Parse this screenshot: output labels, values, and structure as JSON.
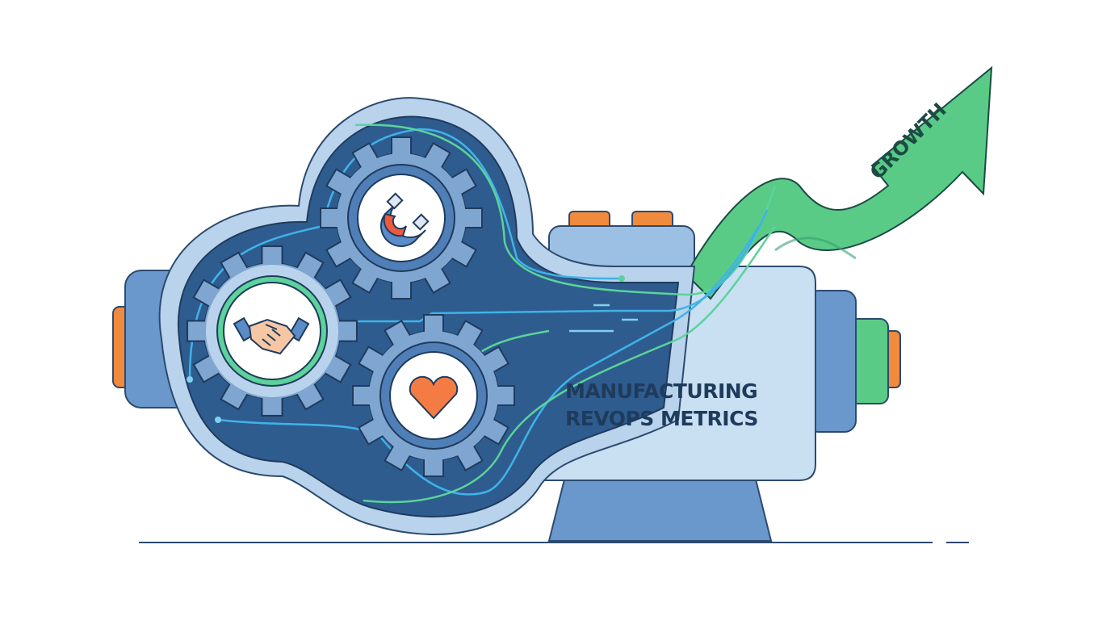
{
  "illustration": {
    "title_line1": "MANUFACTURING",
    "title_line2": "REVOPS METRICS",
    "arrow_label": "GROWTH",
    "gears": [
      {
        "icon": "magnet-icon",
        "meaning": "attract"
      },
      {
        "icon": "handshake-icon",
        "meaning": "close"
      },
      {
        "icon": "heart-icon",
        "meaning": "retain"
      }
    ],
    "colors": {
      "machine_dark": "#2f5c8f",
      "machine_light": "#b9d3ec",
      "gear": "#7fa6d0",
      "accent_orange": "#f08a3c",
      "arrow_green": "#5acb86",
      "line_cyan": "#3fb3e8",
      "line_green": "#5bd39a"
    }
  }
}
